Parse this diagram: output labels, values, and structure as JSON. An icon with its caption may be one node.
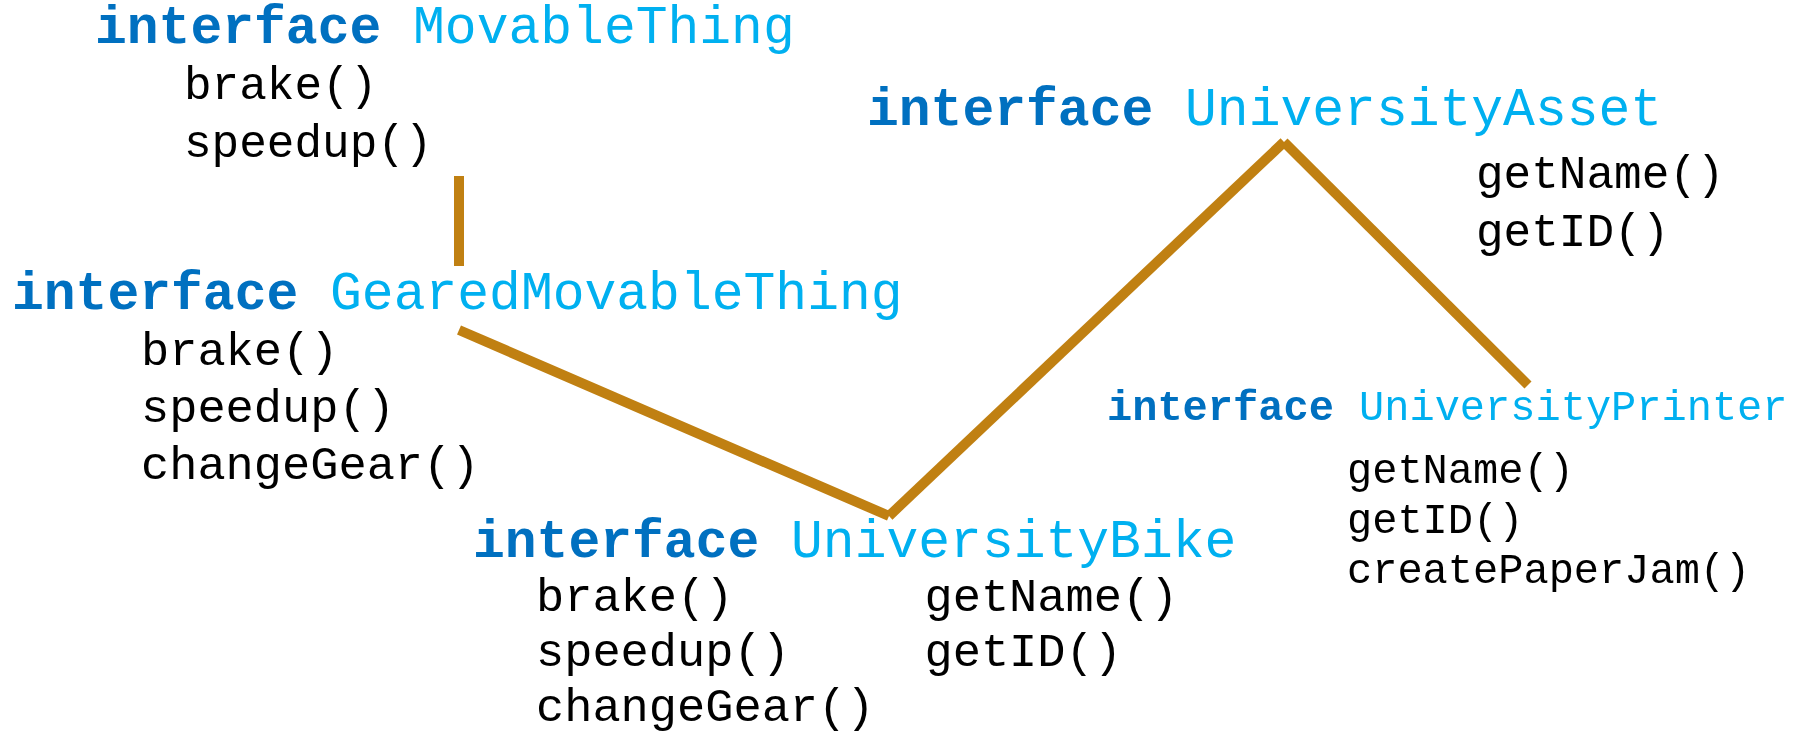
{
  "diagram": {
    "nodes": [
      {
        "text": [
          "**interface** MovableThing",
          "brake()",
          "speedup()"
        ]
      },
      {
        "text": [
          "**interface** UniversityAsset",
          "getName()",
          "getID()"
        ]
      },
      {
        "text": [
          "**interface** GearedMovableThing",
          "brake()",
          "speedup()",
          "changeGear()"
        ]
      },
      {
        "text": [
          "**interface** UniversityPrinter",
          "getName()",
          "getID()",
          "createPaperJam()"
        ]
      },
      {
        "text": [
          "**interface** UniversityBike",
          "brake()",
          "speedup()",
          "changeGear()",
          "getName()",
          "getID()"
        ]
      }
    ],
    "edges": [
      {
        "from": 0,
        "to": 2,
        "arrow": "none"
      },
      {
        "from": 2,
        "to": 4,
        "arrow": "none"
      },
      {
        "from": 1,
        "to": 4,
        "arrow": "none"
      },
      {
        "from": 1,
        "to": 3,
        "arrow": "none"
      }
    ]
  }
}
